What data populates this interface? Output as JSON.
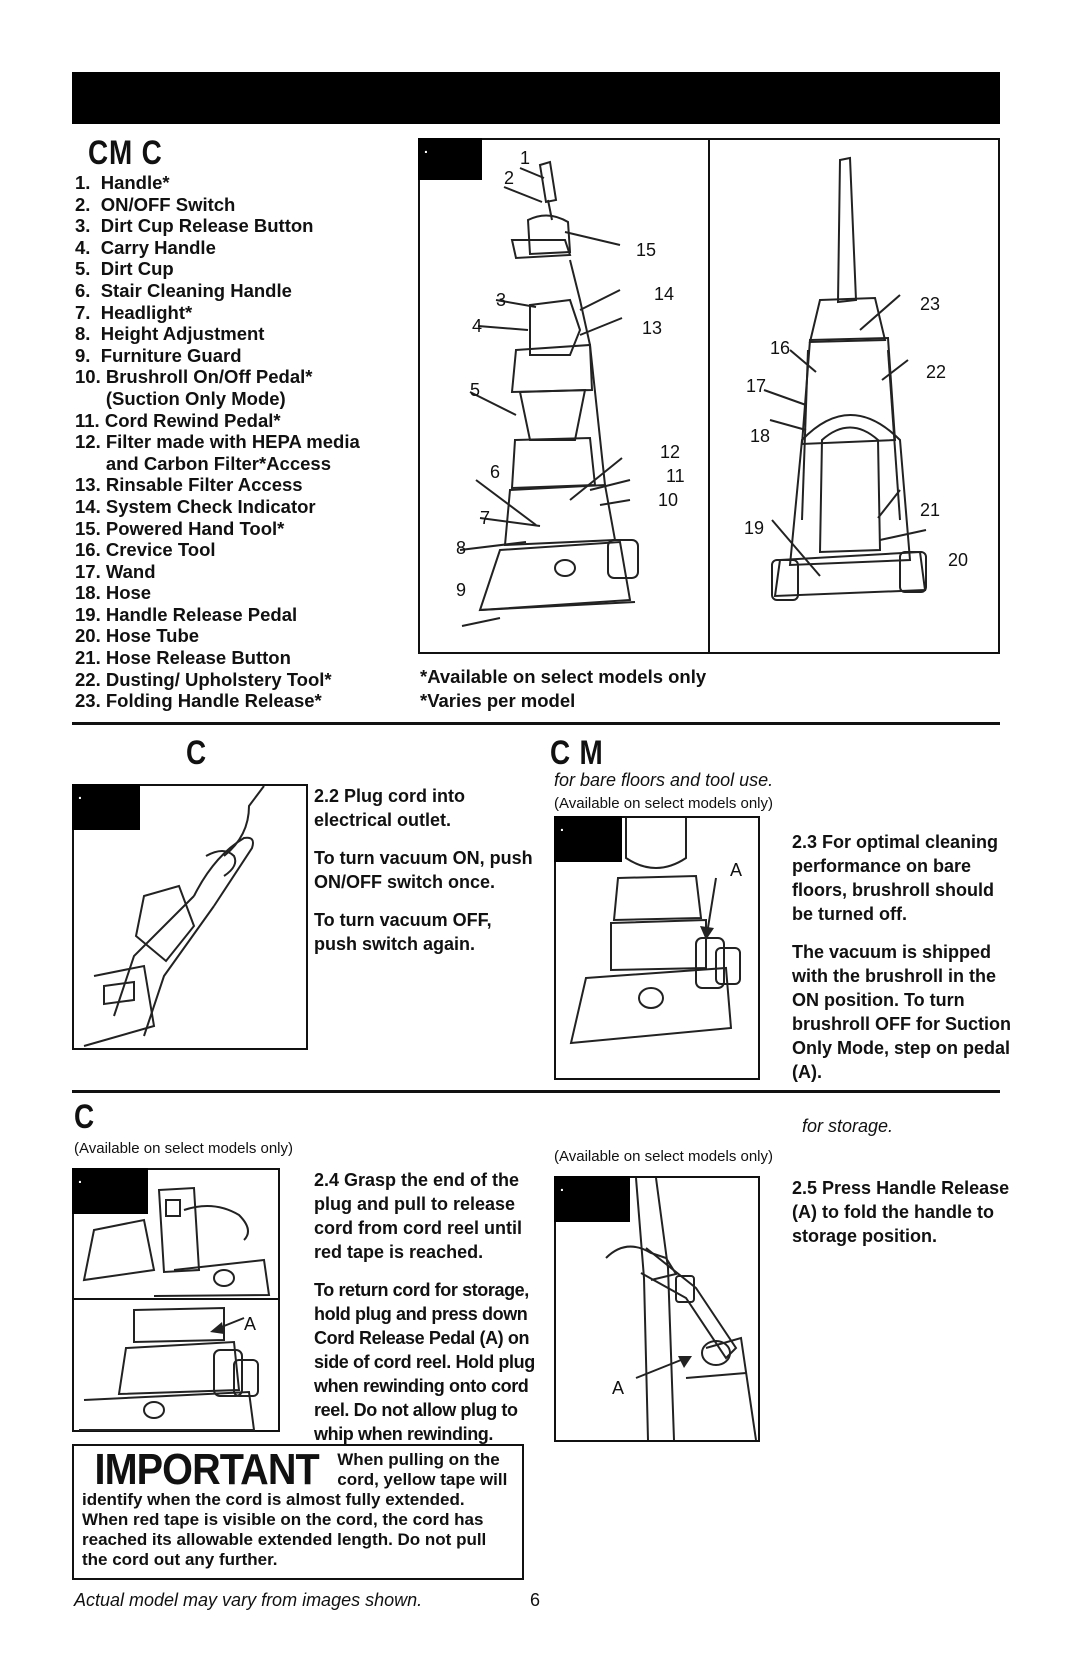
{
  "components": {
    "heading": "CM C",
    "parts": [
      "1.  Handle*",
      "2.  ON/OFF Switch",
      "3.  Dirt Cup Release Button",
      "4.  Carry Handle",
      "5.  Dirt Cup",
      "6.  Stair Cleaning Handle",
      "7.  Headlight*",
      "8.  Height Adjustment",
      "9.  Furniture Guard",
      "10. Brushroll On/Off Pedal*",
      "      (Suction Only Mode)",
      "11. Cord Rewind Pedal*",
      "12. Filter made with HEPA media",
      "      and Carbon Filter*Access",
      "13. Rinsable Filter Access",
      "14. System Check Indicator",
      "15. Powered Hand Tool*",
      "16. Crevice Tool",
      "17. Wand",
      "18. Hose",
      "19. Handle Release Pedal",
      "20. Hose Tube",
      "21. Hose Release Button",
      "22. Dusting/ Upholstery Tool*",
      "23. Folding Handle Release*"
    ],
    "footnote1": "*Available on select models only",
    "footnote2": "*Varies per model",
    "fig_tag": "."
  },
  "front_labels": [
    "1",
    "2",
    "3",
    "4",
    "5",
    "6",
    "7",
    "8",
    "9",
    "10",
    "11",
    "12",
    "13",
    "14",
    "15"
  ],
  "back_labels": [
    "16",
    "17",
    "18",
    "19",
    "20",
    "21",
    "22",
    "23"
  ],
  "sec_on": {
    "heading": "C",
    "fig_tag": ".",
    "step": "2.2 Plug cord into electrical outlet.",
    "on_text": "To turn vacuum ON, push ON/OFF switch once.",
    "off_text": "To turn vacuum OFF, push switch again."
  },
  "sec_mode": {
    "heading": "C M",
    "subtitle": "for bare floors and tool use.",
    "avail": "(Available on select models only)",
    "fig_tag": ".",
    "label_a": "A",
    "step": "2.3 For optimal cleaning performance on bare floors, brushroll should be turned off.",
    "body": "The vacuum is shipped with the brushroll in the ON position. To turn brushroll OFF for Suction Only Mode, step on pedal (A)."
  },
  "sec_cord": {
    "heading": "C",
    "avail": "(Available on select models only)",
    "fig_tag": ".",
    "label_a": "A",
    "step": "2.4 Grasp the end of the plug and pull to release cord from cord reel until red tape is reached.",
    "body": "To return cord for storage, hold plug and press down Cord Release Pedal (A) on side of cord reel. Hold plug when rewinding onto cord reel. Do not allow plug to whip when rewinding.",
    "important_word": "IMPORTANT",
    "important_text": "When pulling on the cord, yellow tape will identify when the cord is almost fully extended. When red tape is visible on the cord, the cord has reached its allowable extended length. Do not pull the cord out any further."
  },
  "sec_fold": {
    "subtitle": "for storage.",
    "avail": "(Available on select models only)",
    "fig_tag": ".",
    "label_a": "A",
    "step": "2.5 Press Handle Release (A) to fold the handle to storage position."
  },
  "footer": {
    "note": "Actual model may vary from images shown.",
    "page": "6"
  }
}
